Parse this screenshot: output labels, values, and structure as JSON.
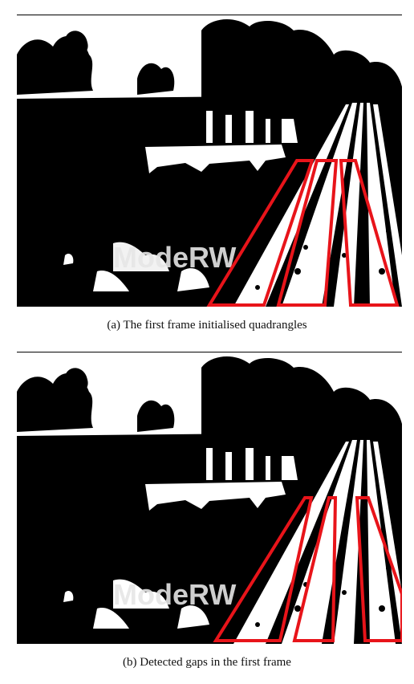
{
  "figure": {
    "panels": [
      {
        "caption": "(a) The first frame initialised quadrangles",
        "overlay_color": "#e8141a",
        "watermark_text": "ModeRW"
      },
      {
        "caption": "(b) Detected gaps in the first frame",
        "overlay_color": "#e8141a",
        "watermark_text": "ModeRW"
      }
    ]
  }
}
